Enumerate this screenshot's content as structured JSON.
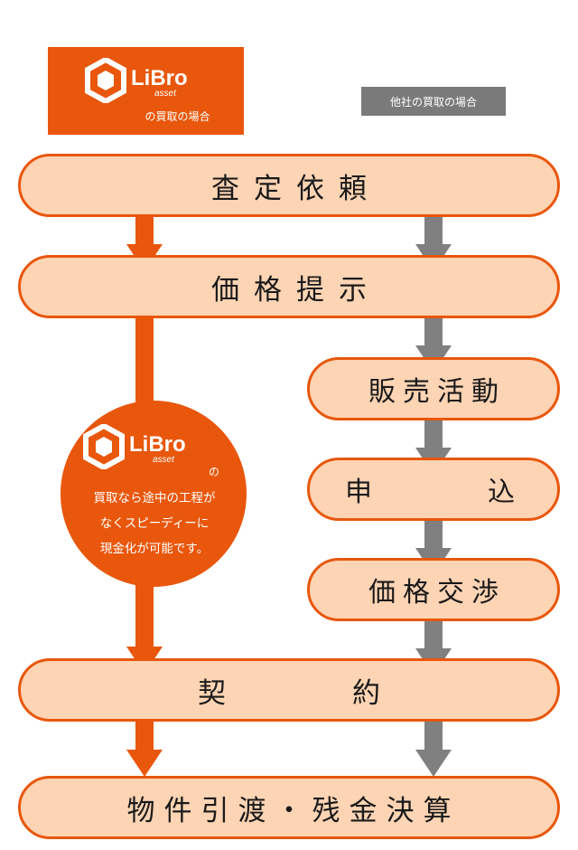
{
  "header": {
    "libro_logo_text": "LiBro",
    "libro_logo_sub": "asset",
    "libro_caption": "の買取の場合",
    "other_caption": "他社の買取の場合"
  },
  "steps": {
    "satei": "査定依頼",
    "kakaku": "価格提示",
    "hanbai": "販売活動",
    "moushi_1": "申",
    "moushi_2": "込",
    "koushou": "価格交渉",
    "keiyaku_1": "契",
    "keiyaku_2": "約",
    "hikiwatashi": "物件引渡・残金決算"
  },
  "circle": {
    "logo_text": "LiBro",
    "logo_sub": "asset",
    "no": "の",
    "line1": "買取なら途中の工程が",
    "line2": "なくスピーディーに",
    "line3": "現金化が可能です。"
  },
  "colors": {
    "orange": "#e8570c",
    "pill_fill": "#fdd4b4",
    "gray": "#808080"
  }
}
